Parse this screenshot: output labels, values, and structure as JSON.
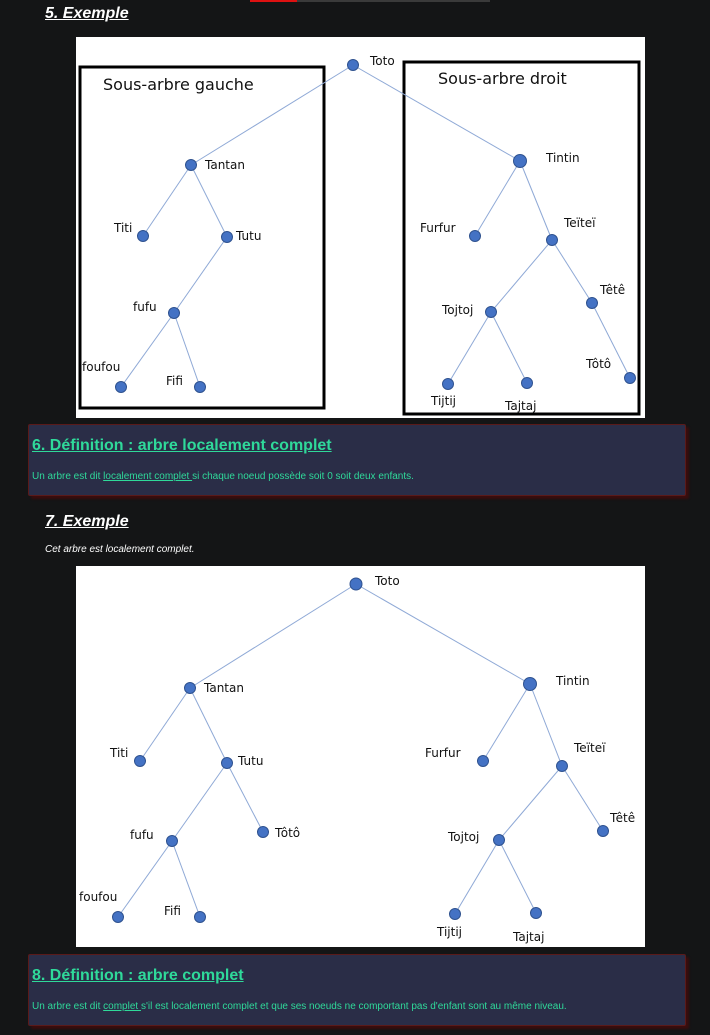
{
  "section5": {
    "title": "5. Exemple"
  },
  "figure1": {
    "left_box_label": "Sous-arbre gauche",
    "right_box_label": "Sous-arbre droit",
    "nodes": [
      "Toto",
      "Tantan",
      "Tintin",
      "Titi",
      "Tutu",
      "Furfur",
      "Teïteï",
      "fufu",
      "Tojtoj",
      "Têtê",
      "foufou",
      "Fifi",
      "Tôtô",
      "Tijtij",
      "Tajtaj"
    ]
  },
  "def6": {
    "title": "6. Définition : arbre localement complet",
    "text_before": "Un arbre est dit ",
    "term": "localement complet ",
    "text_after": "si chaque noeud possède soit 0 soit deux enfants."
  },
  "section7": {
    "title": "7. Exemple",
    "note": "Cet arbre est localement complet."
  },
  "figure2": {
    "nodes": [
      "Toto",
      "Tantan",
      "Tintin",
      "Titi",
      "Tutu",
      "Furfur",
      "Teïteï",
      "fufu",
      "Tôtô",
      "Tojtoj",
      "Têtê",
      "foufou",
      "Fifi",
      "Tijtij",
      "Tajtaj"
    ]
  },
  "def8": {
    "title": "8. Définition : arbre complet",
    "text_before": "Un arbre est dit ",
    "term": "complet ",
    "text_after": "s'il est localement complet et que ses noeuds ne comportant pas d'enfant sont au même niveau."
  }
}
